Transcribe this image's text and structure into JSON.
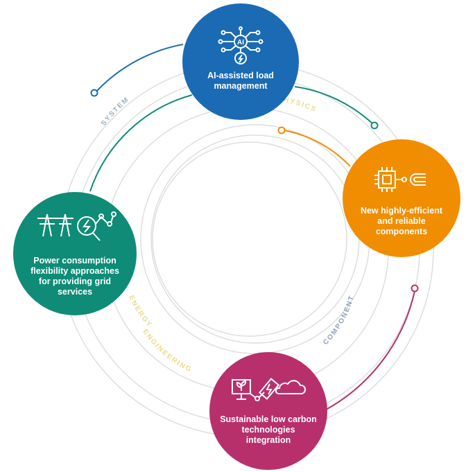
{
  "rings": {
    "system": "SYSTEM",
    "physics": "PHYSICS",
    "component": "COMPONENT",
    "energy": "ENERGY",
    "engineering": "ENGINEERING"
  },
  "nodes": {
    "ai": {
      "label": "AI-assisted load management",
      "icon_text": "AI",
      "color": "#1a6bb4",
      "icon": "ai-chip-icon"
    },
    "components": {
      "label": "New highly-efficient and reliable components",
      "color": "#f18d00",
      "icon": "chip-magnet-icon"
    },
    "power": {
      "label": "Power consumption flexibility approaches for providing grid services",
      "color": "#0e8c77",
      "icon": "grid-towers-search-icon"
    },
    "low_carbon": {
      "label": "Sustainable low carbon technologies integration",
      "color": "#b7306c",
      "icon": "plant-battery-cloud-icon"
    }
  },
  "colors": {
    "ring": "#dcdcdc",
    "system_text": "#9aaec4",
    "physics_text": "#eadb8c",
    "component_text": "#8ea0b8",
    "energy_text": "#eadb8c"
  }
}
